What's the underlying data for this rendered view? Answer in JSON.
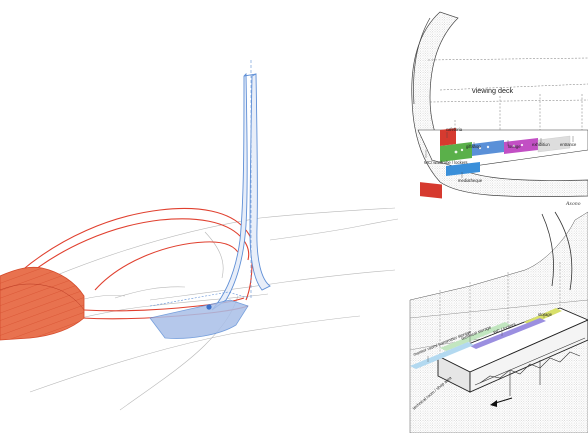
{
  "colors": {
    "red": "#e0402f",
    "red_fill": "#e8724f",
    "blue": "#5f8fd6",
    "blue_fill": "#a9bfe8",
    "line": "#9a9a9a",
    "dark": "#333333",
    "cafeteria": "#d63a2f",
    "giftshop": "#5ab04a",
    "lounge": "#5a90d8",
    "exhibition": "#c24fc4",
    "entrance": "#dddddd",
    "mediatheque": "#3a8fd9",
    "storage": "#d8e06a",
    "wc_lockers": "#9b8fe0",
    "technical_storage": "#c2e6c0",
    "monitor_room": "#b3d9f0"
  },
  "top_right": {
    "viewing_deck": "viewing deck",
    "cafeteria": "cafeteria",
    "giftshop": "giftshop",
    "lounge": "lounge",
    "exhibition": "exhibition",
    "entrance": "entrance",
    "wc": "WC/ wardrobe / lockers",
    "mediatheque": "mediatheque",
    "tag": "Axono"
  },
  "bottom_right": {
    "storage": "storage",
    "wc_lockers": "WC / lockers",
    "technical_storage": "technical storage",
    "monitor_room": "monitor room/ transmitter storage",
    "technical_room": "technical room / shop area"
  }
}
